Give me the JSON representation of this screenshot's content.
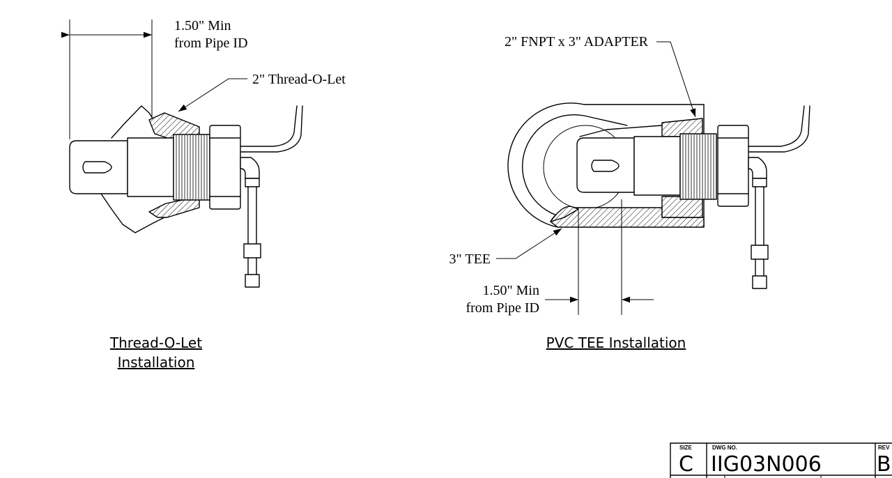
{
  "left_view": {
    "dimension_label": "1.50\" Min",
    "dimension_sublabel": "from Pipe ID",
    "fitting_label": "2\" Thread-O-Let",
    "caption_line1": "Thread-O-Let",
    "caption_line2": "Installation"
  },
  "right_view": {
    "adapter_label": "2\" FNPT x 3\" ADAPTER",
    "tee_label": "3\" TEE",
    "dimension_label": "1.50\" Min",
    "dimension_sublabel": "from Pipe ID",
    "caption": "PVC TEE Installation"
  },
  "title_block": {
    "size_header": "SIZE",
    "size_value": "C",
    "dwg_header": "DWG NO.",
    "dwg_value": "IIG03N006",
    "rev_header": "REV",
    "rev_value": "B"
  }
}
